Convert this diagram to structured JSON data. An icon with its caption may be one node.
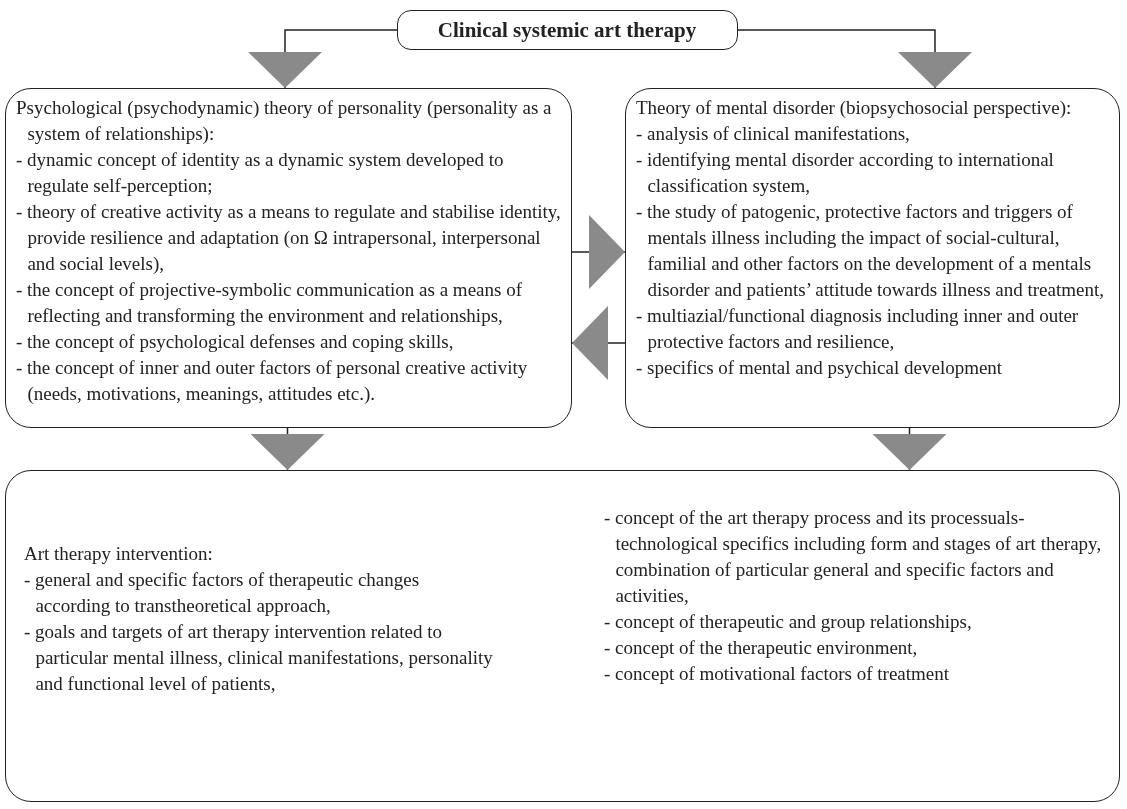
{
  "diagram": {
    "nodes": [
      {
        "text": [
          "Clinical systemic art therapy"
        ]
      },
      {
        "text": [
          "Psychological (psychodynamic) theory of personality (personality as a system of relationships):",
          "- dynamic concept of identity as a dynamic system developed to regulate self-perception;",
          "- theory of creative activity as a means to regulate and stabilise identity, provide resilience and adaptation (on Ω intrapersonal, interpersonal and social levels),",
          "- the concept of projective-symbolic communication as a means of reflecting and transforming the environment and relationships,",
          "- the concept of psychological defenses and coping skills,",
          "- the concept of inner and outer factors of personal creative activity (needs, motivations, meanings, attitudes etc.)."
        ]
      },
      {
        "text": [
          "Theory of  mental disorder (biopsychosocial perspective):",
          "- analysis of clinical manifestations,",
          "- identifying mental disorder according to international classification system,",
          "- the study of patogenic, protective factors and triggers of mentals illness including the impact of social-cultural, familial and other factors on the development of a mentals disorder and patients’ attitude towards illness and treatment,",
          "- multiazial/functional diagnosis including inner and outer protective factors and resilience,",
          "- specifics of mental and psychical development"
        ]
      },
      {
        "text": [
          "Art therapy intervention:",
          "- general and specific factors of therapeutic changes according to transtheoretical approach,",
          "- goals and targets of art therapy intervention related to particular mental illness, clinical manifestations, personality and functional level of patients,",
          "- concept of the art therapy process and its processuals-technological specifics including form and stages of art therapy, combination of particular general and specific factors and activities,",
          "- concept of therapeutic and group relationships,",
          "- concept of the therapeutic environment,",
          "- concept of motivational factors of treatment"
        ]
      }
    ],
    "edges": [
      {
        "from": 0,
        "to": 1,
        "arrow": "to"
      },
      {
        "from": 0,
        "to": 2,
        "arrow": "to"
      },
      {
        "from": 1,
        "to": 2,
        "arrow": "to"
      },
      {
        "from": 2,
        "to": 1,
        "arrow": "to"
      },
      {
        "from": 1,
        "to": 3,
        "arrow": "to"
      },
      {
        "from": 2,
        "to": 3,
        "arrow": "to"
      }
    ]
  }
}
